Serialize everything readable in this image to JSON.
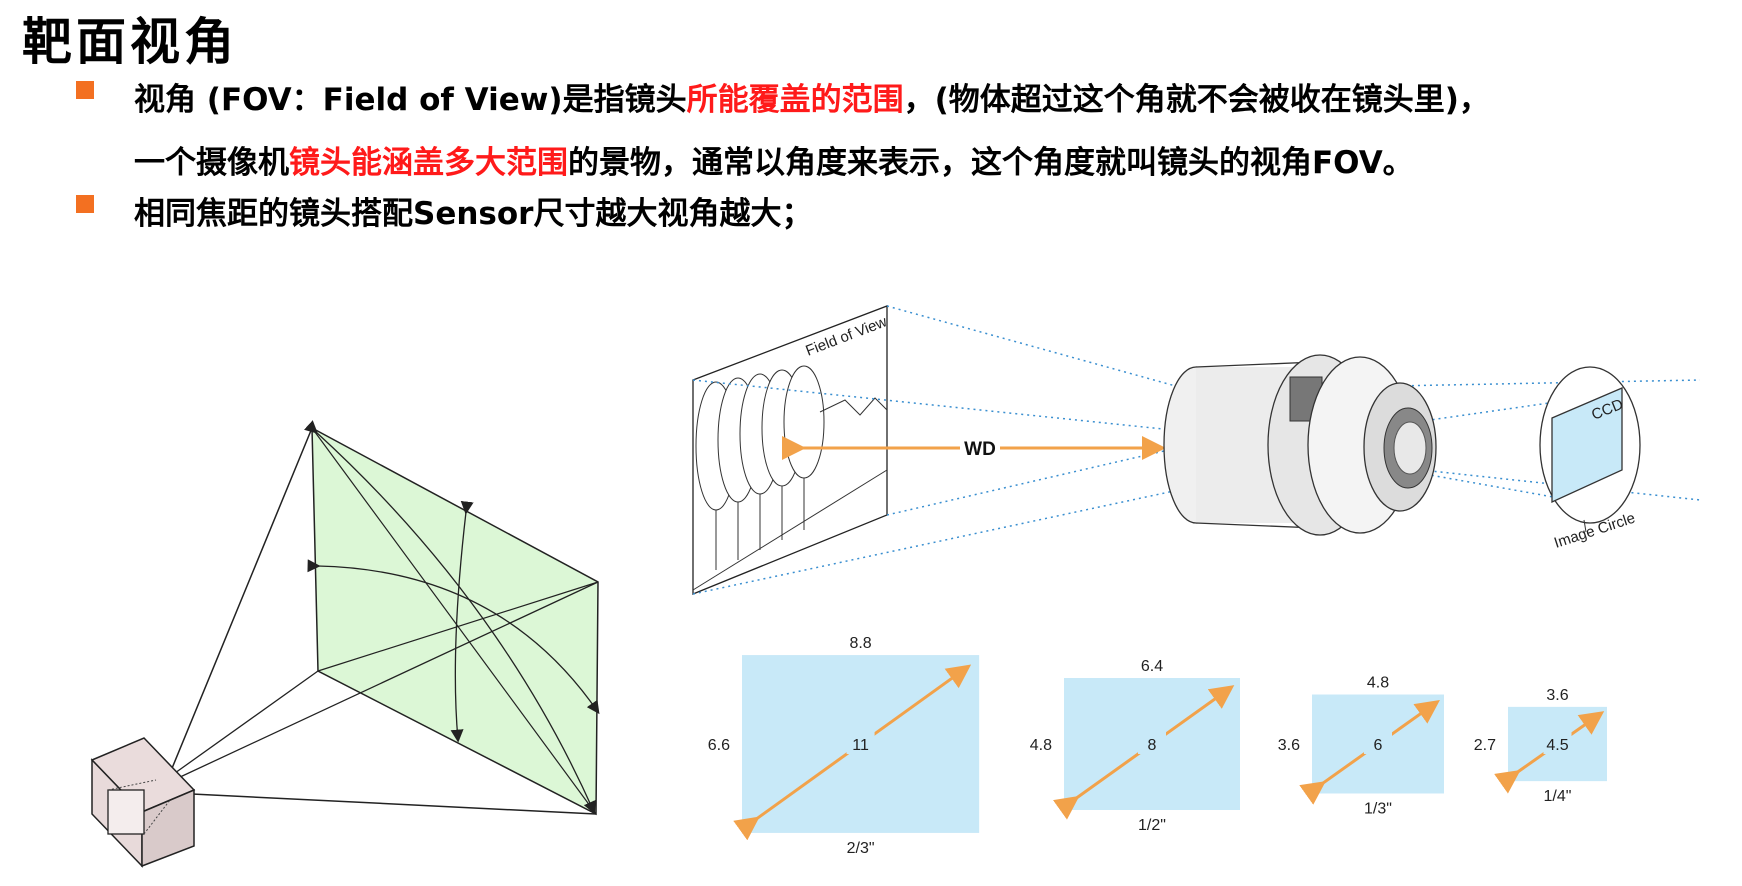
{
  "page_title": "靶面视角",
  "bullets": [
    {
      "line1": [
        "视角 (FOV：Field of View)是指镜头",
        "所能覆盖的范围",
        "，(物体超过这个角就不会被收在镜头里)，"
      ],
      "line2": [
        "一个摄像机",
        "镜头能涵盖多大范围",
        "的景物，通常以角度来表示，这个角度就叫镜头的视角FOV。"
      ]
    },
    {
      "text": "相同焦距的镜头搭配Sensor尺寸越大视角越大；"
    }
  ],
  "diagram": {
    "field_of_view_label": "Field of View",
    "wd_label": "WD",
    "ccd_label": "CCD",
    "image_circle_label": "Image Circle"
  },
  "sensors": [
    {
      "format": "2/3\"",
      "width": 8.8,
      "height": 6.6,
      "diagonal": 11
    },
    {
      "format": "1/2\"",
      "width": 6.4,
      "height": 4.8,
      "diagonal": 8
    },
    {
      "format": "1/3\"",
      "width": 4.8,
      "height": 3.6,
      "diagonal": 6
    },
    {
      "format": "1/4\"",
      "width": 3.6,
      "height": 2.7,
      "diagonal": 4.5
    }
  ],
  "colors": {
    "bullet": "#f37021",
    "highlight": "#ff1a1a",
    "sensor_fill": "#c8e9f8",
    "arrow": "#f2a24a",
    "fov_plane": "#dcf7d6",
    "dotted": "#3a8fd0"
  }
}
